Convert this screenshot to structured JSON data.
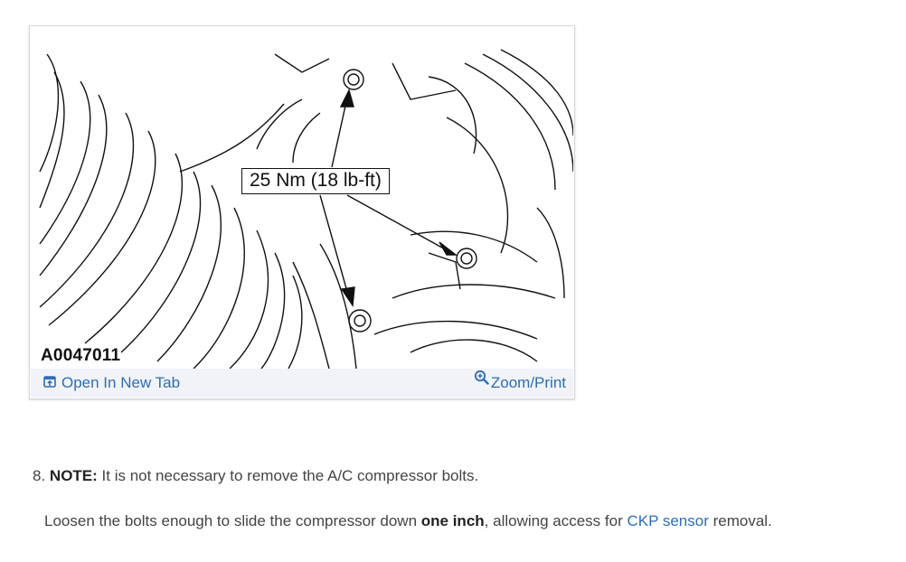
{
  "figure": {
    "id_label": "A0047011",
    "callout": "25 Nm (18 lb-ft)",
    "open_tab_icon": "open-in-new-tab-icon",
    "open_tab_label": "Open In New Tab",
    "zoom_icon": "zoom-in-icon",
    "zoom_label": "Zoom/Print"
  },
  "step": {
    "number": "8.",
    "note_label": "NOTE:",
    "note_text": " It is not necessary to remove the A/C compressor bolts."
  },
  "instruction": {
    "text_before": "Loosen the bolts enough to slide the compressor down ",
    "bold": "one inch",
    "text_middle": ", allowing access for ",
    "link": "CKP sensor",
    "text_after": " removal."
  },
  "colors": {
    "link": "#2e6db4",
    "bar_background": "#f1f3f8",
    "body_text": "#444444"
  }
}
